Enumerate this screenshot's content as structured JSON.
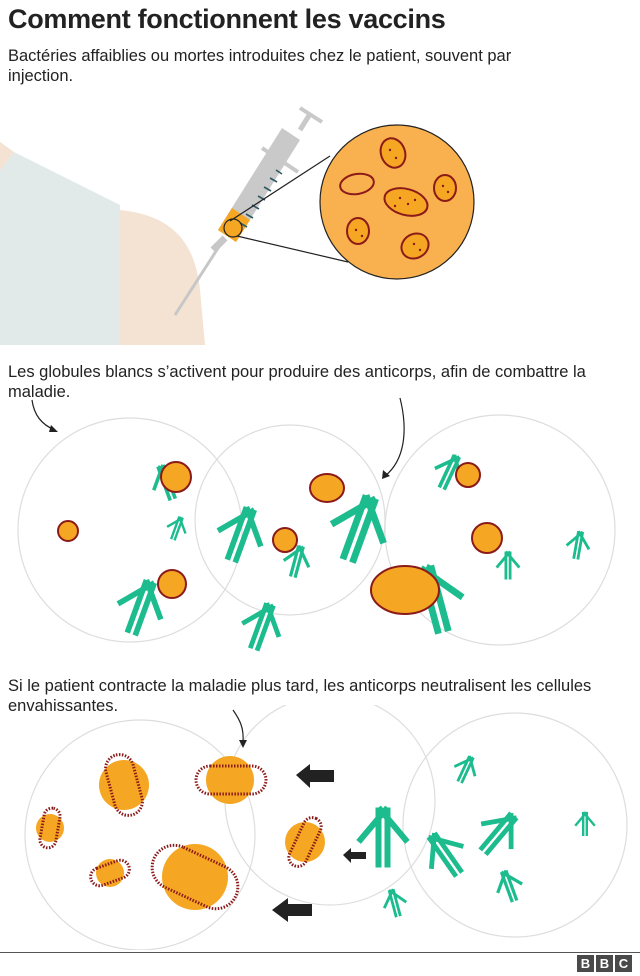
{
  "title": "Comment fonctionnent les vaccins",
  "steps": [
    {
      "caption": "Bactéries affaiblies ou mortes introduites chez le patient, souvent par injection."
    },
    {
      "caption": "Les globules blancs s’activent pour produire des anticorps, afin de combattre la maladie."
    },
    {
      "caption": "Si le patient contracte la maladie plus tard, les anticorps neutralisent les cellules envahissantes."
    }
  ],
  "footer": {
    "logo": [
      "B",
      "B",
      "C"
    ]
  },
  "colors": {
    "antibody": "#1dbc8e",
    "bacteria_fill": "#f5a623",
    "bacteria_membrane": "#8b1a1a",
    "magnifier": "#f9b04e",
    "skin": "#f4e3d3",
    "shirt": "#e2e9e9",
    "cell_outline": "#dddddd",
    "arrow": "#222222"
  },
  "icons": [
    "syringe-icon",
    "magnifier-circle-icon",
    "bacteria-icon",
    "antibody-icon",
    "white-blood-cell-icon",
    "arrow-icon"
  ]
}
